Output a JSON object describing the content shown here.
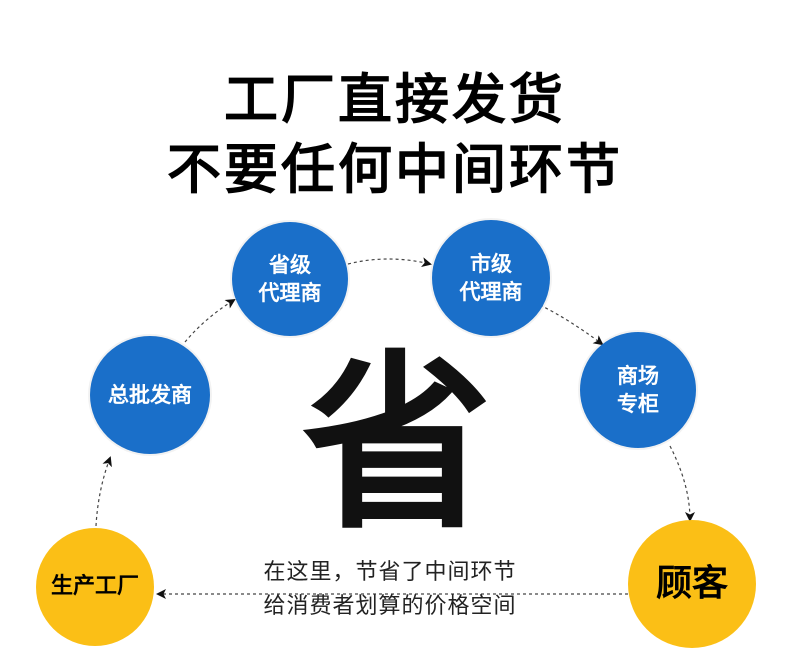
{
  "title": {
    "line1": "工厂直接发货",
    "line2": "不要任何中间环节"
  },
  "center_character": "省",
  "nodes": {
    "factory": "生产工厂",
    "wholesale": "总批发商",
    "provincial_line1": "省级",
    "provincial_line2": "代理商",
    "city_line1": "市级",
    "city_line2": "代理商",
    "mall_line1": "商场",
    "mall_line2": "专柜",
    "customer": "顾客"
  },
  "caption": {
    "line1": "在这里，节省了中间环节",
    "line2": "给消费者划算的价格空间"
  },
  "colors": {
    "blue_node": "#1a6fc9",
    "gold_node": "#fbbf16",
    "text": "#000000",
    "arrow": "#222222"
  }
}
